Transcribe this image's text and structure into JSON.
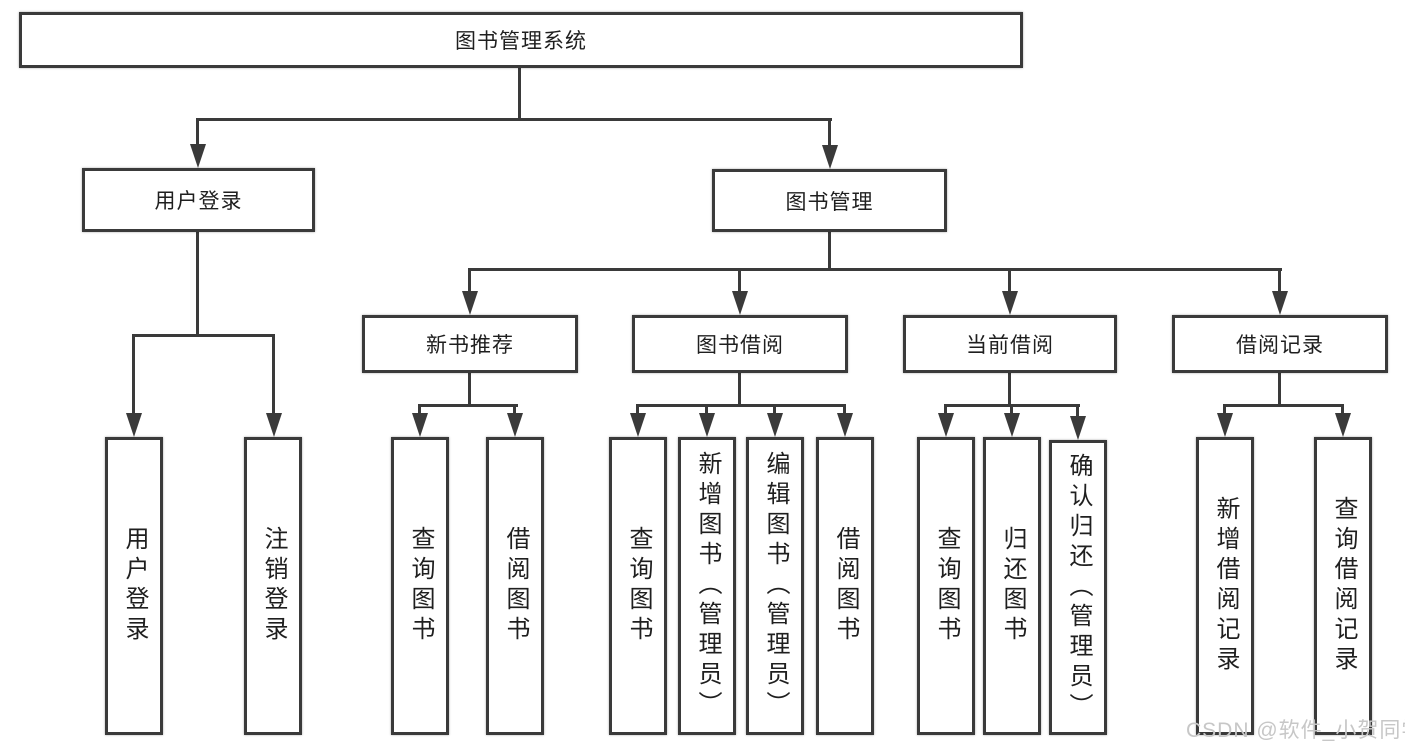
{
  "tree": {
    "root": {
      "label": "图书管理系统",
      "children": [
        {
          "label": "用户登录",
          "children": [
            {
              "label": "用户登录"
            },
            {
              "label": "注销登录"
            }
          ]
        },
        {
          "label": "图书管理",
          "children": [
            {
              "label": "新书推荐",
              "children": [
                {
                  "label": "查询图书"
                },
                {
                  "label": "借阅图书"
                }
              ]
            },
            {
              "label": "图书借阅",
              "children": [
                {
                  "label": "查询图书"
                },
                {
                  "label": "新增图书（管理员）"
                },
                {
                  "label": "编辑图书（管理员）"
                },
                {
                  "label": "借阅图书"
                }
              ]
            },
            {
              "label": "当前借阅",
              "children": [
                {
                  "label": "查询图书"
                },
                {
                  "label": "归还图书"
                },
                {
                  "label": "确认归还（管理员）"
                }
              ]
            },
            {
              "label": "借阅记录",
              "children": [
                {
                  "label": "新增借阅记录"
                },
                {
                  "label": "查询借阅记录"
                }
              ]
            }
          ]
        }
      ]
    }
  },
  "watermark": {
    "text": "CSDN @软件_小贺同学"
  },
  "colors": {
    "line": "#3a3a3a",
    "text": "#1f1f1f",
    "watermark": "#c7c7c7",
    "background": "#ffffff"
  }
}
